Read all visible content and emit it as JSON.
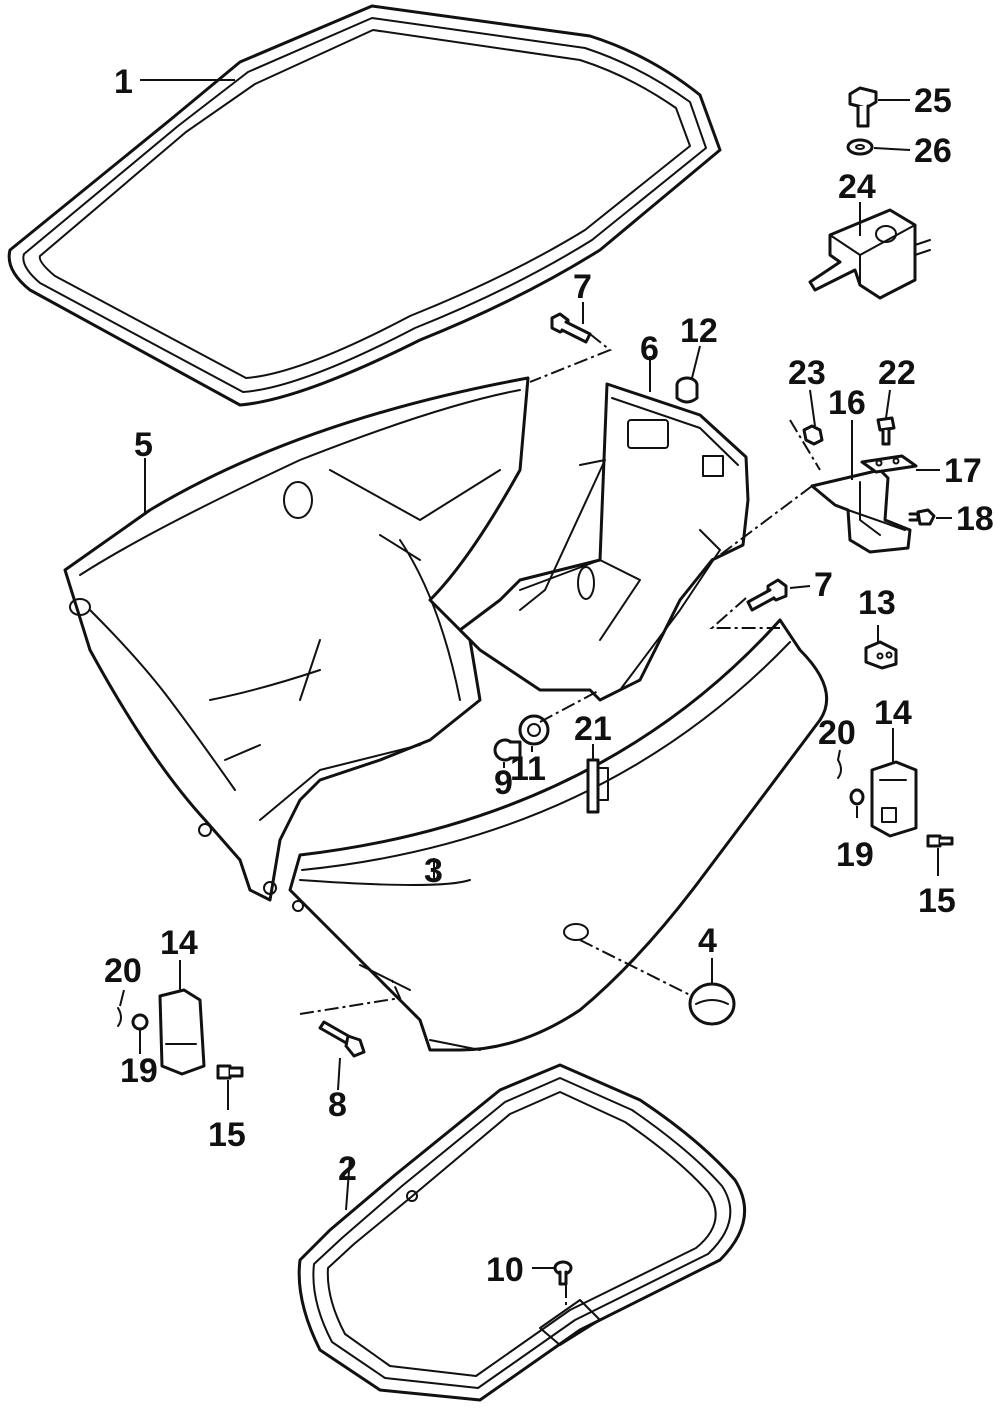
{
  "diagram": {
    "type": "exploded-parts-view",
    "callouts": {
      "c1": "1",
      "c2": "2",
      "c3": "3",
      "c4": "4",
      "c5": "5",
      "c6": "6",
      "c7a": "7",
      "c7b": "7",
      "c8": "8",
      "c9": "9",
      "c10": "10",
      "c11": "11",
      "c12": "12",
      "c13": "13",
      "c14a": "14",
      "c14b": "14",
      "c15a": "15",
      "c15b": "15",
      "c16": "16",
      "c17": "17",
      "c18": "18",
      "c19a": "19",
      "c19b": "19",
      "c20a": "20",
      "c20b": "20",
      "c21": "21",
      "c22": "22",
      "c23": "23",
      "c24": "24",
      "c25": "25",
      "c26": "26"
    }
  }
}
